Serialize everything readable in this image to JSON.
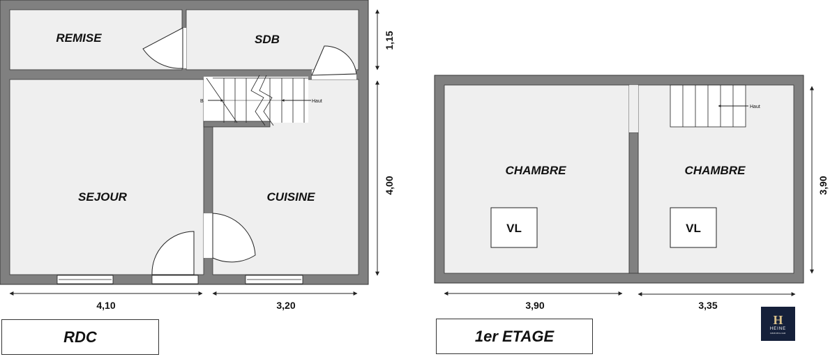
{
  "rdc": {
    "rooms": {
      "remise": "REMISE",
      "sdb": "SDB",
      "sejour": "SEJOUR",
      "cuisine": "CUISINE"
    },
    "stair": {
      "bas": "B",
      "haut": "Haut"
    },
    "dimensions": {
      "height_top": "1,15",
      "height_main": "4,00",
      "width_left": "4,10",
      "width_right": "3,20"
    },
    "level_label": "RDC"
  },
  "etage": {
    "rooms": {
      "chambre_left": "CHAMBRE",
      "chambre_right": "CHAMBRE"
    },
    "vl_left": "VL",
    "vl_right": "VL",
    "stair": {
      "haut": "Haut"
    },
    "dimensions": {
      "height": "3,90",
      "width_left": "3,90",
      "width_right": "3,35"
    },
    "level_label": "1er ETAGE"
  },
  "logo": {
    "mark": "H",
    "brand": "HEINE",
    "sub": "IMMOBILIER"
  },
  "colors": {
    "wall": "#808080",
    "floor": "#efefef",
    "line": "#222222"
  }
}
